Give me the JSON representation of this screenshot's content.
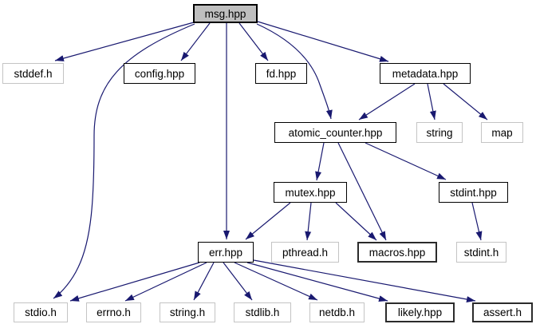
{
  "diagram": {
    "type": "include-dependency-graph",
    "root": "msg.hpp",
    "colors": {
      "edge": "#191970",
      "root_fill": "#bfbfbf",
      "project_border": "#000000",
      "external_border": "#c4c4c4",
      "background": "#ffffff"
    },
    "nodes": [
      {
        "label": "msg.hpp",
        "kind": "root"
      },
      {
        "label": "stddef.h",
        "kind": "external"
      },
      {
        "label": "config.hpp",
        "kind": "project"
      },
      {
        "label": "fd.hpp",
        "kind": "project"
      },
      {
        "label": "metadata.hpp",
        "kind": "project"
      },
      {
        "label": "atomic_counter.hpp",
        "kind": "project"
      },
      {
        "label": "string",
        "kind": "external"
      },
      {
        "label": "map",
        "kind": "external"
      },
      {
        "label": "mutex.hpp",
        "kind": "project"
      },
      {
        "label": "stdint.hpp",
        "kind": "project"
      },
      {
        "label": "err.hpp",
        "kind": "project"
      },
      {
        "label": "pthread.h",
        "kind": "external"
      },
      {
        "label": "macros.hpp",
        "kind": "project"
      },
      {
        "label": "stdint.h",
        "kind": "external"
      },
      {
        "label": "stdio.h",
        "kind": "external"
      },
      {
        "label": "errno.h",
        "kind": "external"
      },
      {
        "label": "string.h",
        "kind": "external"
      },
      {
        "label": "stdlib.h",
        "kind": "external"
      },
      {
        "label": "netdb.h",
        "kind": "external"
      },
      {
        "label": "likely.hpp",
        "kind": "project"
      },
      {
        "label": "assert.h",
        "kind": "project"
      }
    ],
    "edges": [
      {
        "from": "msg.hpp",
        "to": "stddef.h"
      },
      {
        "from": "msg.hpp",
        "to": "stdio.h"
      },
      {
        "from": "msg.hpp",
        "to": "config.hpp"
      },
      {
        "from": "msg.hpp",
        "to": "err.hpp"
      },
      {
        "from": "msg.hpp",
        "to": "fd.hpp"
      },
      {
        "from": "msg.hpp",
        "to": "metadata.hpp"
      },
      {
        "from": "msg.hpp",
        "to": "atomic_counter.hpp"
      },
      {
        "from": "metadata.hpp",
        "to": "atomic_counter.hpp"
      },
      {
        "from": "metadata.hpp",
        "to": "string"
      },
      {
        "from": "metadata.hpp",
        "to": "map"
      },
      {
        "from": "atomic_counter.hpp",
        "to": "mutex.hpp"
      },
      {
        "from": "atomic_counter.hpp",
        "to": "macros.hpp"
      },
      {
        "from": "atomic_counter.hpp",
        "to": "stdint.hpp"
      },
      {
        "from": "mutex.hpp",
        "to": "err.hpp"
      },
      {
        "from": "mutex.hpp",
        "to": "pthread.h"
      },
      {
        "from": "mutex.hpp",
        "to": "macros.hpp"
      },
      {
        "from": "stdint.hpp",
        "to": "stdint.h"
      },
      {
        "from": "err.hpp",
        "to": "stdio.h"
      },
      {
        "from": "err.hpp",
        "to": "errno.h"
      },
      {
        "from": "err.hpp",
        "to": "string.h"
      },
      {
        "from": "err.hpp",
        "to": "stdlib.h"
      },
      {
        "from": "err.hpp",
        "to": "netdb.h"
      },
      {
        "from": "err.hpp",
        "to": "likely.hpp"
      },
      {
        "from": "err.hpp",
        "to": "assert.h"
      }
    ]
  }
}
